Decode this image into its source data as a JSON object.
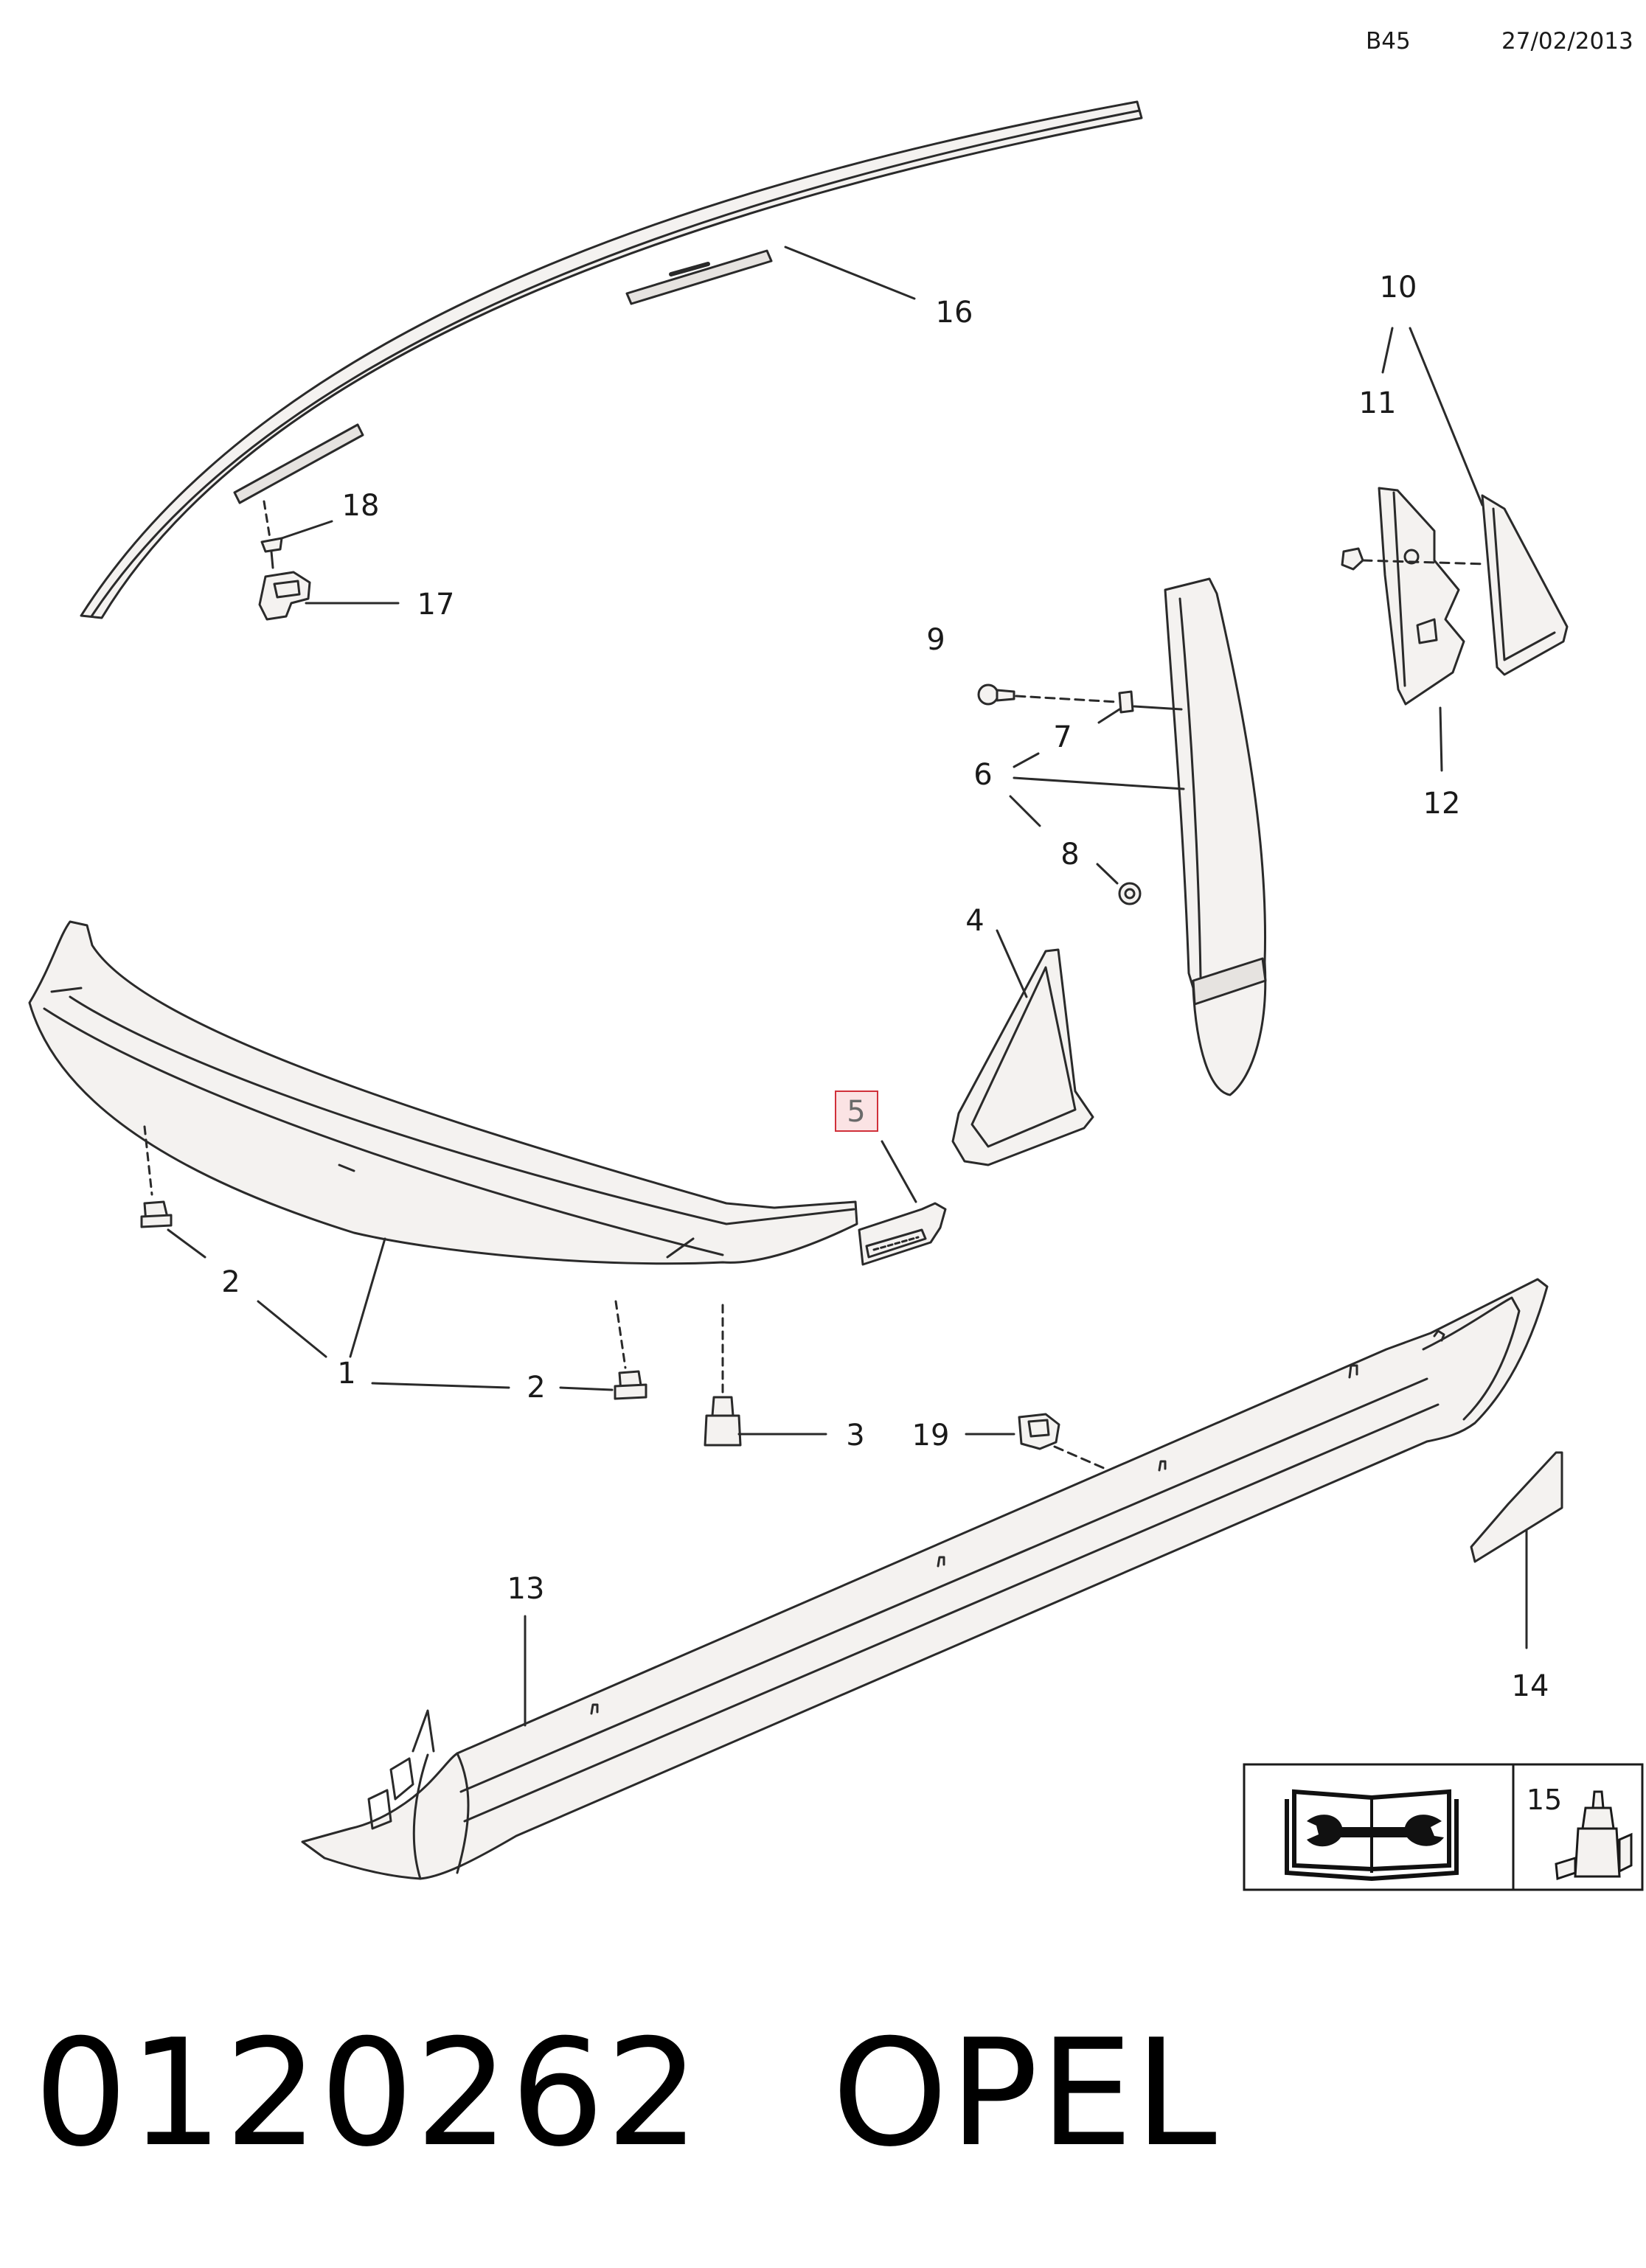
{
  "header": {
    "page_code": "B45",
    "date": "27/02/2013"
  },
  "callouts": {
    "c1": "1",
    "c2a": "2",
    "c2b": "2",
    "c3": "3",
    "c4": "4",
    "c5": "5",
    "c6": "6",
    "c7": "7",
    "c8": "8",
    "c9": "9",
    "c10": "10",
    "c11": "11",
    "c12": "12",
    "c13": "13",
    "c14": "14",
    "c15": "15",
    "c16": "16",
    "c17": "17",
    "c18": "18",
    "c19": "19"
  },
  "highlighted_callout": "5",
  "legend_box": {
    "manual_icon": "service-manual-wrench-icon",
    "item_15_icon": "adhesive-bottle-icon"
  },
  "footer": {
    "part_number": "0120262",
    "brand": "OPEL"
  },
  "colors": {
    "line": "#2a2a2a",
    "part_fill": "#f4f2f0",
    "highlight_border": "#d0303a",
    "highlight_fill": "#fbe3e4"
  }
}
